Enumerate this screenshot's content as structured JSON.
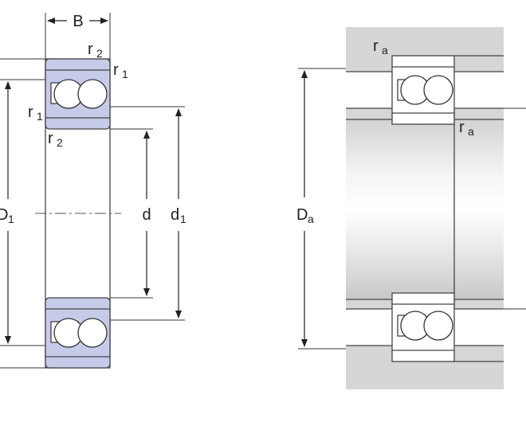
{
  "colors": {
    "ring": "#c5cbe8",
    "housing": "#d6d6d6",
    "shaft_light": "#f2f2f2",
    "shaft_dark": "#cfcfcf",
    "line": "#222222"
  },
  "left_view": {
    "labels": {
      "B": "B",
      "r": "r",
      "sub_1": "1",
      "sub_2": "2",
      "D": "D",
      "d": "d"
    }
  },
  "right_view": {
    "labels": {
      "r": "r",
      "sub_a": "a",
      "D": "D"
    }
  }
}
